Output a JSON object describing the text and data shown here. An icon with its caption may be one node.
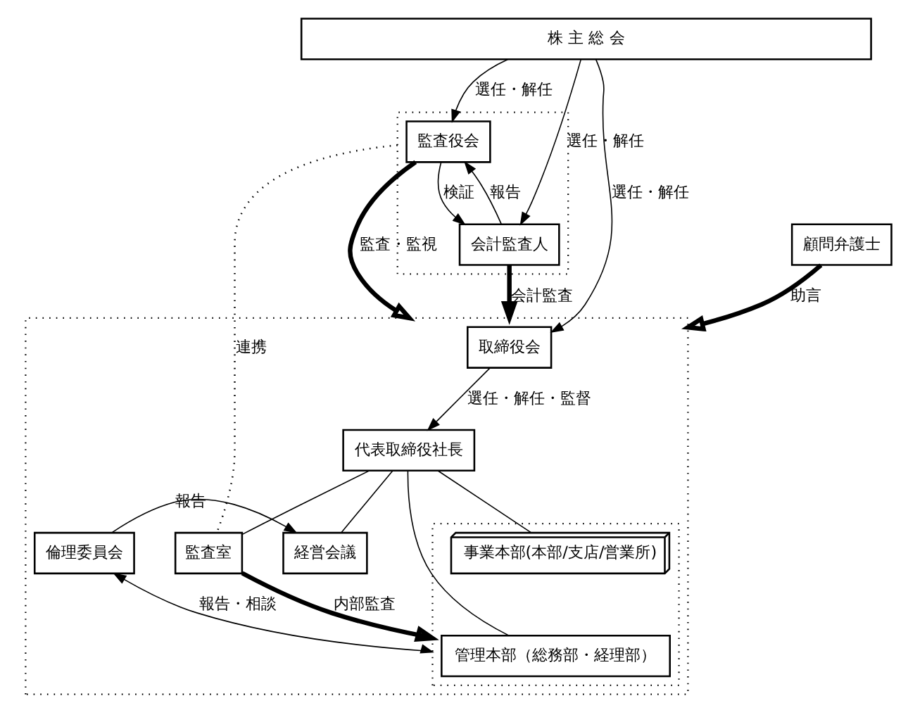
{
  "diagram": {
    "nodes": [
      {
        "text": [
          "株 主 総 会"
        ]
      },
      {
        "text": [],
        "shape": "box"
      },
      {
        "text": [
          "監査役会"
        ],
        "in": 1
      },
      {
        "text": [
          "会計監査人"
        ],
        "in": 1
      },
      {
        "text": [],
        "shape": "box"
      },
      {
        "text": [
          "取締役会"
        ],
        "in": 4
      },
      {
        "text": [
          "代表取締役社長"
        ],
        "in": 4
      },
      {
        "text": [
          "経営会議"
        ],
        "in": 4
      },
      {
        "text": [
          "監査室"
        ],
        "in": 4
      },
      {
        "text": [
          "倫理委員会"
        ],
        "in": 4
      },
      {
        "text": [
          "顧問弁護士"
        ]
      },
      {
        "text": [],
        "shape": "box",
        "in": 4
      },
      {
        "text": [
          "管理本部（総務部・経理部）"
        ],
        "in": 11
      },
      {
        "text": [
          "事業本部(本部/支店/営業所)"
        ],
        "in": 11
      }
    ],
    "edges": [
      {
        "from": 0,
        "to": 2,
        "arrow": "to",
        "label": "選任・解任"
      },
      {
        "from": 0,
        "to": 5,
        "arrow": "to",
        "label": "選任・解任"
      },
      {
        "from": 0,
        "to": 3,
        "arrow": "to",
        "label": "選任・解任"
      },
      {
        "from": 2,
        "to": 3,
        "arrow": "to",
        "label": "検証"
      },
      {
        "from": 3,
        "to": 2,
        "arrow": "to",
        "label": "報告"
      },
      {
        "from": 2,
        "to": 4,
        "arrow": "to",
        "label": "監査・監視",
        "style": "thick"
      },
      {
        "from": 3,
        "to": 4,
        "arrow": "to",
        "label": "会計監査",
        "style": "thick"
      },
      {
        "from": 5,
        "to": 6,
        "arrow": "to",
        "label": "選任・解任・監督"
      },
      {
        "from": 6,
        "to": 8,
        "arrow": "none"
      },
      {
        "from": 6,
        "to": 7,
        "arrow": "none"
      },
      {
        "from": 6,
        "to": 12,
        "arrow": "none"
      },
      {
        "from": 6,
        "to": 13,
        "arrow": "none"
      },
      {
        "from": 9,
        "to": 7,
        "arrow": "to",
        "label": "報告"
      },
      {
        "from": 9,
        "to": 11,
        "arrow": "both",
        "label": "報告・相談"
      },
      {
        "from": 1,
        "to": 8,
        "arrow": "none",
        "label": "連携",
        "style": "dashed"
      },
      {
        "from": 8,
        "to": 11,
        "arrow": "to",
        "label": "内部監査",
        "style": "thick"
      },
      {
        "from": 10,
        "to": 4,
        "arrow": "to",
        "label": "助言",
        "style": "thick"
      }
    ]
  }
}
